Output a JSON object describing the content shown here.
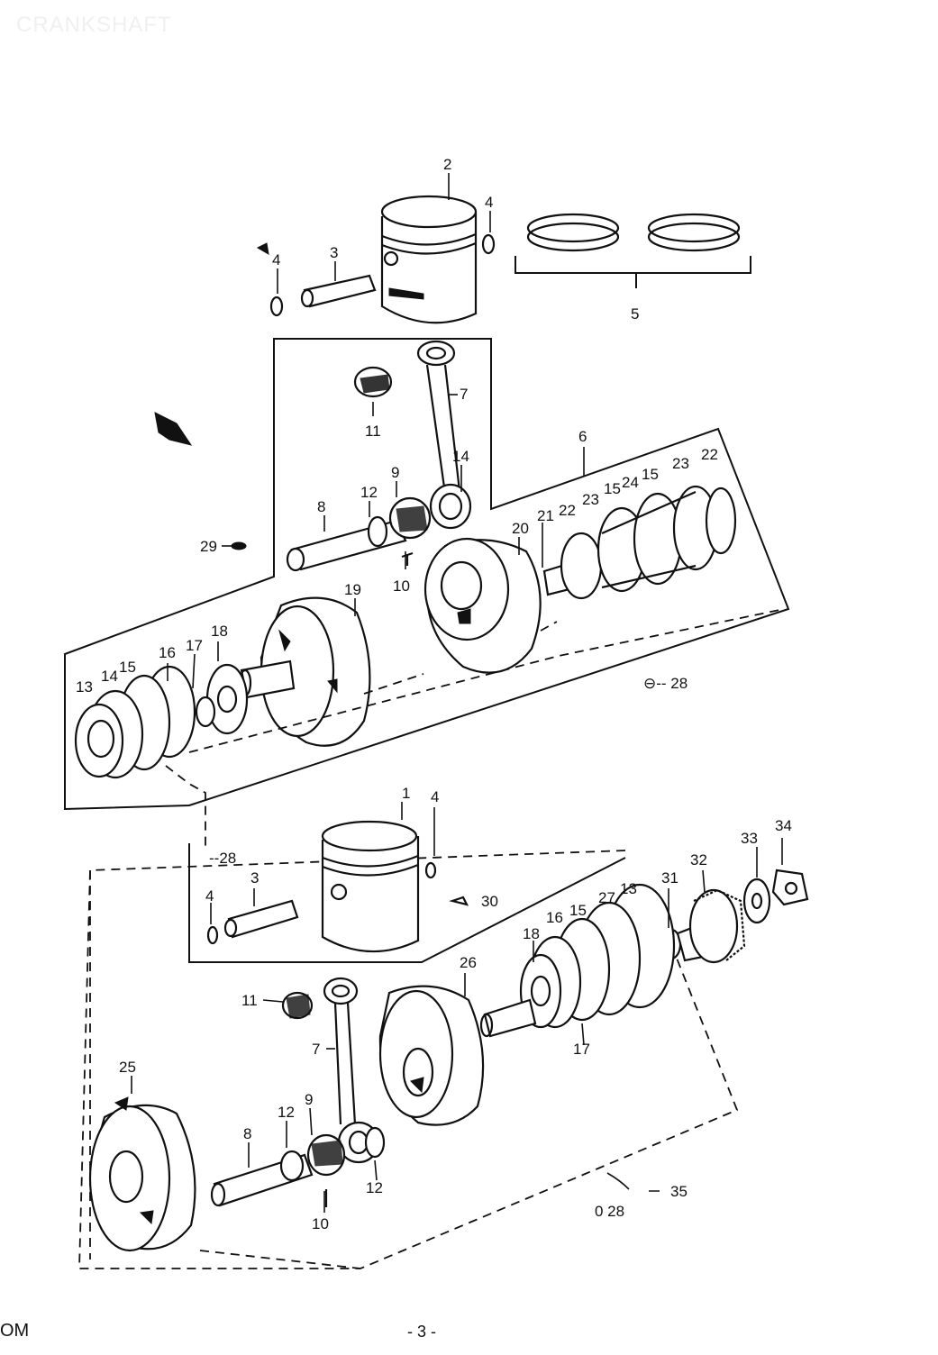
{
  "header": {
    "title": "CRANKSHAFT"
  },
  "footer": {
    "left": "OM",
    "page": "- 3 -"
  },
  "callouts": {
    "c2": "2",
    "c4a": "4",
    "c3a": "3",
    "c4b": "4",
    "c5": "5",
    "c7a": "7",
    "c11a": "11",
    "c6": "6",
    "c14a": "14",
    "c9a": "9",
    "c12a": "12",
    "c8a": "8",
    "c10a": "10",
    "c29": "29",
    "c20": "20",
    "c21": "21",
    "c22a": "22",
    "c23a": "23",
    "c15a": "15",
    "c24": "24",
    "c15b": "15",
    "c23b": "23",
    "c22b": "22",
    "c19": "19",
    "c18a": "18",
    "c17a": "17",
    "c16a": "16",
    "c13a": "13",
    "c14b": "14",
    "c15c": "15",
    "ref28a": "⊖-- 28",
    "ref28b": "--28",
    "c1": "1",
    "c4c": "4",
    "c3b": "3",
    "c4d": "4",
    "ref30": "30",
    "c34": "34",
    "c33": "33",
    "c32": "32",
    "c31": "31",
    "c13b": "13",
    "c27": "27",
    "c15d": "15",
    "c16b": "16",
    "c18b": "18",
    "c26": "26",
    "c17b": "17",
    "c11b": "11",
    "c7b": "7",
    "c25": "25",
    "c9b": "9",
    "c12b": "12",
    "c12c": "12",
    "c8b": "8",
    "c10b": "10",
    "ref35": "35",
    "ref28c": "0 28"
  }
}
